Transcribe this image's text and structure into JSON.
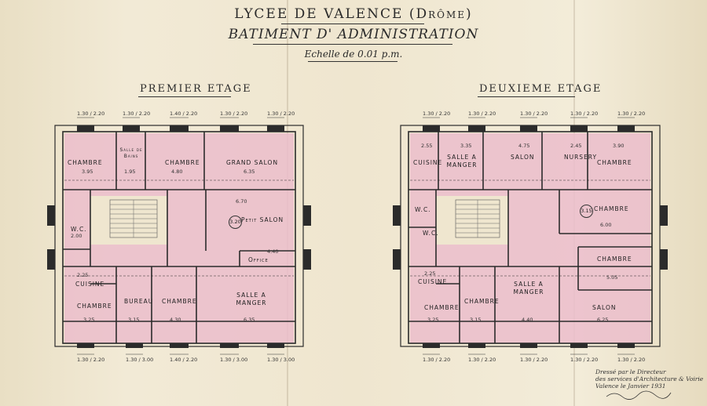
{
  "header": {
    "line1": "LYCEE DE VALENCE (Drôme)",
    "line2": "BATIMENT D' ADMINISTRATION",
    "line3": "Echelle de 0.01 p.m."
  },
  "floor1": {
    "title": "PREMIER ETAGE",
    "rooms": [
      {
        "id": "chambre-nw",
        "label": "CHAMBRE",
        "dim": "3.95"
      },
      {
        "id": "salle-bains",
        "label": "Salle de Bains",
        "dim": "1.95"
      },
      {
        "id": "chambre-n",
        "label": "CHAMBRE",
        "dim": "4.80"
      },
      {
        "id": "grand-salon",
        "label": "GRAND SALON",
        "dim": "6.35"
      },
      {
        "id": "petit-salon",
        "label": "Petit SALON",
        "dim": "6.70",
        "circle": "3.20"
      },
      {
        "id": "wc",
        "label": "W.C.",
        "dim": "2.00"
      },
      {
        "id": "office",
        "label": "Office",
        "dim": "4.40"
      },
      {
        "id": "cuisine",
        "label": "CUISINE",
        "dim": "2.25"
      },
      {
        "id": "chambre-sw",
        "label": "CHAMBRE",
        "dim": "3.25"
      },
      {
        "id": "bureau",
        "label": "BUREAU",
        "dim": "3.15"
      },
      {
        "id": "chambre-s",
        "label": "CHAMBRE",
        "dim": "4.30"
      },
      {
        "id": "salle-manger",
        "label": "SALLE A MANGER",
        "dim": "6.35"
      }
    ],
    "top_openings": [
      "1.30 / 2.20",
      "1.30 / 2.20",
      "1.40 / 2.20",
      "1.30 / 2.20",
      "1.30 / 2.20"
    ],
    "bottom_openings": [
      "1.30 / 2.20",
      "1.30 / 3.00",
      "1.40 / 2.20",
      "1.30 / 3.00",
      "1.30 / 3.00"
    ]
  },
  "floor2": {
    "title": "DEUXIEME ETAGE",
    "rooms": [
      {
        "id": "cuisine-n",
        "label": "CUISINE",
        "dim": "2.55"
      },
      {
        "id": "salle-manger-n",
        "label": "SALLE A MANGER",
        "dim": "3.35"
      },
      {
        "id": "salon-n",
        "label": "SALON",
        "dim": "4.75"
      },
      {
        "id": "nursery",
        "label": "NURSERY",
        "dim": "2.45"
      },
      {
        "id": "chambre-ne",
        "label": "CHAMBRE",
        "dim": "3.90"
      },
      {
        "id": "chambre-e",
        "label": "CHAMBRE",
        "dim": "6.00",
        "circle": "3.15"
      },
      {
        "id": "wc-top",
        "label": "W.C.",
        "dim": ""
      },
      {
        "id": "wc",
        "label": "W.C.",
        "dim": ""
      },
      {
        "id": "chambre-se",
        "label": "CHAMBRE",
        "dim": "5.05"
      },
      {
        "id": "cuisine-s",
        "label": "CUISINE",
        "dim": "2.25"
      },
      {
        "id": "chambre-sw",
        "label": "CHAMBRE",
        "dim": "3.25"
      },
      {
        "id": "chambre-s",
        "label": "CHAMBRE",
        "dim": "3.15"
      },
      {
        "id": "salle-manger-s",
        "label": "SALLE A MANGER",
        "dim": "4.40"
      },
      {
        "id": "salon-s",
        "label": "SALON",
        "dim": "6.25"
      }
    ],
    "top_openings": [
      "1.30 / 2.20",
      "1.30 / 2.20",
      "1.30 / 2.20",
      "1.30 / 2.20",
      "1.30 / 2.20"
    ],
    "bottom_openings": [
      "1.30 / 2.20",
      "1.30 / 2.20",
      "1.30 / 2.20",
      "1.30 / 2.20",
      "1.30 / 2.20"
    ]
  },
  "signature": {
    "line1": "Dressé par le Directeur",
    "line2": "des services d'Architecture & Voirie",
    "line3": "Valence le Janvier 1931"
  },
  "colors": {
    "paper": "#efe6cf",
    "wash": "#e8b9c8",
    "ink": "#2b2b2b"
  }
}
